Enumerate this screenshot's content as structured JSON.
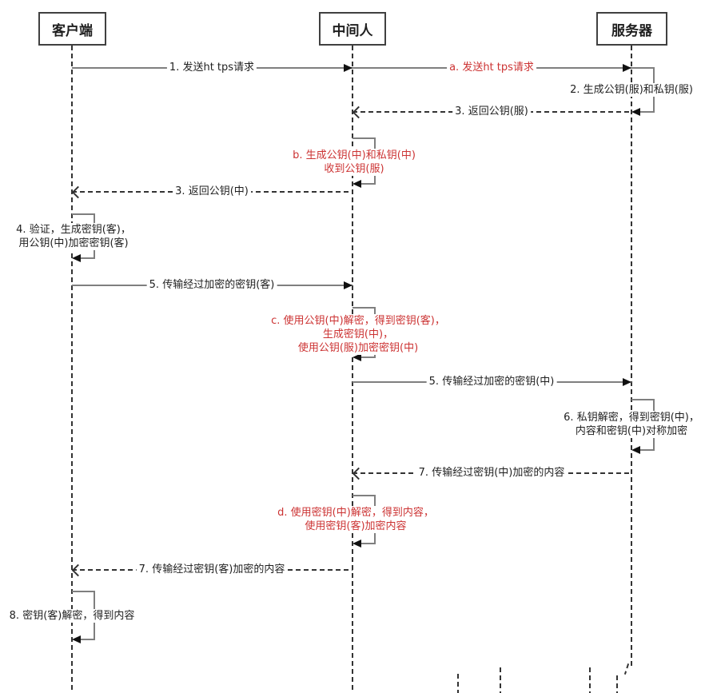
{
  "actors": {
    "client": "客户端",
    "middle": "中间人",
    "server": "服务器"
  },
  "messages": {
    "m1": {
      "label": "1. 发送ht tps请求"
    },
    "ma": {
      "label": "a. 发送ht tps请求"
    },
    "l2": {
      "line1": "2. 生成公钥(服)和私钥(服)"
    },
    "m3a": {
      "label": "3. 返回公钥(服)"
    },
    "lb": {
      "line1": "b. 生成公钥(中)和私钥(中)",
      "line2": "收到公钥(服)"
    },
    "m3b": {
      "label": "3. 返回公钥(中)"
    },
    "l4": {
      "line1": "4. 验证，生成密钥(客)，",
      "line2": "用公钥(中)加密密钥(客)"
    },
    "m5a": {
      "label": "5. 传输经过加密的密钥(客)"
    },
    "lc": {
      "line1": "c. 使用公钥(中)解密，得到密钥(客)，",
      "line2": "生成密钥(中)，",
      "line3": "使用公钥(服)加密密钥(中)"
    },
    "m5b": {
      "label": "5. 传输经过加密的密钥(中)"
    },
    "l6": {
      "line1": "6. 私钥解密，得到密钥(中)，",
      "line2": "内容和密钥(中)对称加密"
    },
    "m7a": {
      "label": "7. 传输经过密钥(中)加密的内容"
    },
    "ld": {
      "line1": "d. 使用密钥(中)解密，得到内容，",
      "line2": "使用密钥(客)加密内容"
    },
    "m7b": {
      "label": "7. 传输经过密钥(客)加密的内容"
    },
    "l8": {
      "line1": "8. 密钥(客)解密，得到内容"
    }
  },
  "colors": {
    "attacker_red": "#cc3333",
    "message_line_gray": "#7f7f7f",
    "dashed_black": "#333333",
    "text_black": "#1f1f1f"
  }
}
